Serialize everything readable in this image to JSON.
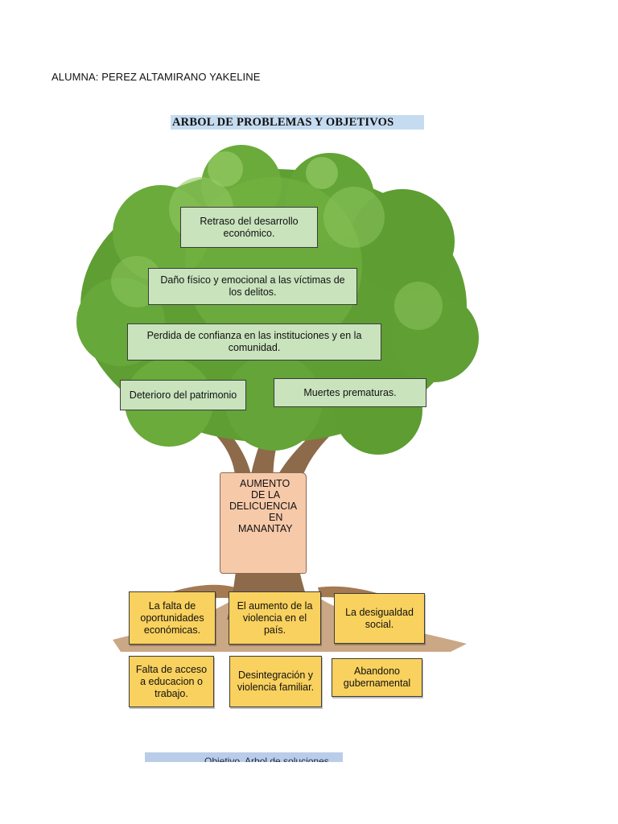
{
  "header": {
    "student": "ALUMNA: PEREZ ALTAMIRANO YAKELINE",
    "title": "ARBOL DE PROBLEMAS Y OBJETIVOS"
  },
  "tree": {
    "effects": [
      "Retraso del desarrollo económico.",
      "Daño físico y emocional a las víctimas de los delitos.",
      "Perdida de confianza en las instituciones y en la comunidad.",
      "Deterioro del patrimonio",
      "Muertes prematuras."
    ],
    "central_problem": [
      "AUMENTO",
      "DE LA",
      "DELICUENCIA",
      "EN",
      "MANANTAY"
    ],
    "causes": [
      "La falta de oportunidades económicas.",
      "El aumento de la violencia en el país.",
      "La desigualdad social.",
      "Falta de acceso a educacion o trabajo.",
      "Desintegración y violencia familiar.",
      "Abandono gubernamental"
    ]
  },
  "footer": {
    "next_title": "Objetivo, Arbol de soluciones"
  },
  "colors": {
    "effect_box": "#c9e3bd",
    "cause_box": "#f9d15e",
    "problem_box": "#f6c9a9",
    "title_band": "#c5dbf0",
    "foliage": "#6fae3e",
    "trunk": "#8c6a4a"
  }
}
